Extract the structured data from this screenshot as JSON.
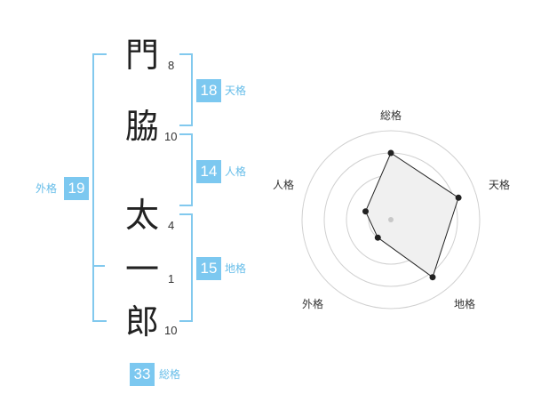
{
  "name_chars": [
    {
      "char": "門",
      "strokes": "8"
    },
    {
      "char": "脇",
      "strokes": "10"
    },
    {
      "char": "太",
      "strokes": "4"
    },
    {
      "char": "一",
      "strokes": "1"
    },
    {
      "char": "郎",
      "strokes": "10"
    }
  ],
  "kakusu": {
    "tenkaku": {
      "value": "18",
      "label": "天格"
    },
    "jinkaku": {
      "value": "14",
      "label": "人格"
    },
    "chikaku": {
      "value": "15",
      "label": "地格"
    },
    "gaikaku": {
      "value": "19",
      "label": "外格"
    },
    "soukaku": {
      "value": "33",
      "label": "総格"
    }
  },
  "colors": {
    "accent": "#7cc8f0",
    "bracket": "#82c9ee",
    "radar_fill": "#f0f0f0",
    "ring": "#d0d0d0"
  },
  "chart_data": {
    "type": "radar",
    "axes": [
      "総格",
      "天格",
      "地格",
      "外格",
      "人格"
    ],
    "values": [
      0.75,
      0.8,
      0.8,
      0.25,
      0.3
    ],
    "range": [
      0,
      1
    ],
    "rings": 4
  }
}
